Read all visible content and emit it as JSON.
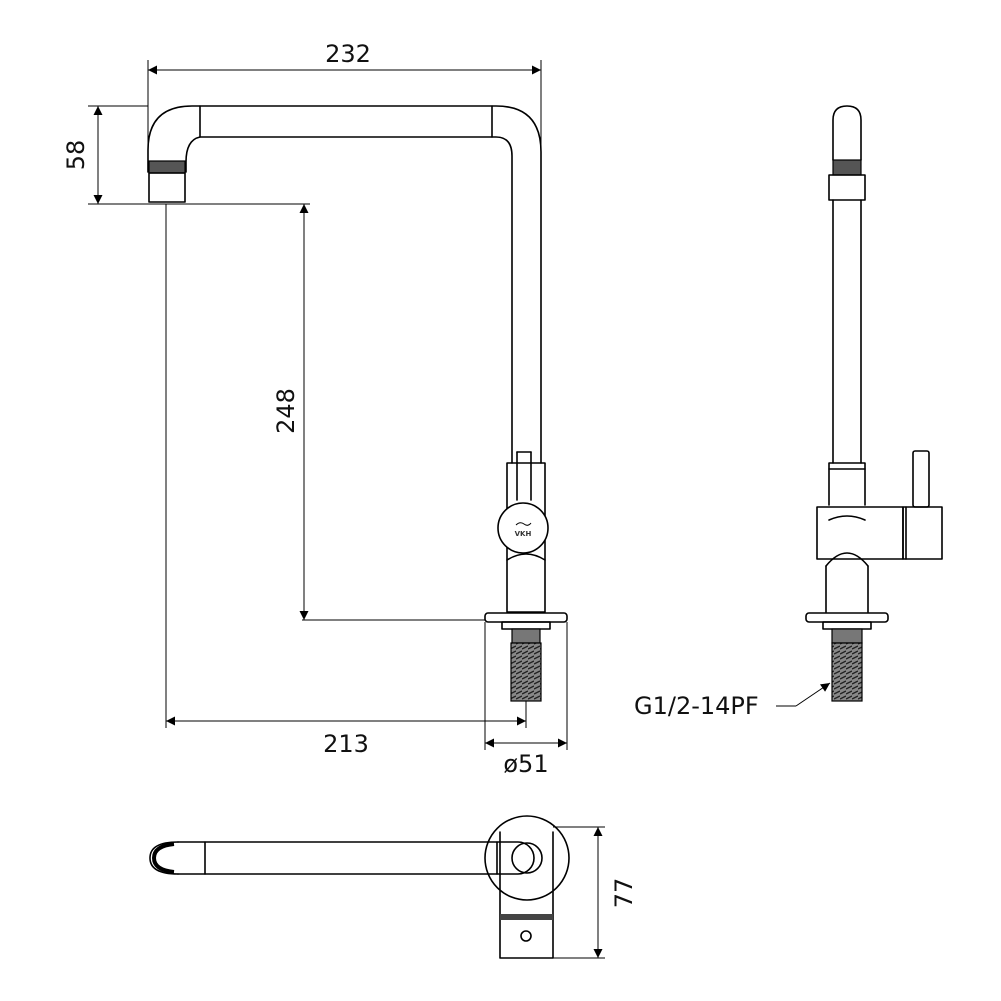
{
  "dimensions": {
    "overall_width": "232",
    "spout_drop": "58",
    "spout_height": "248",
    "reach": "213",
    "base_diameter": "ø51",
    "depth": "77"
  },
  "thread_label": "G1/2-14PF",
  "handle_logo": "VKH"
}
